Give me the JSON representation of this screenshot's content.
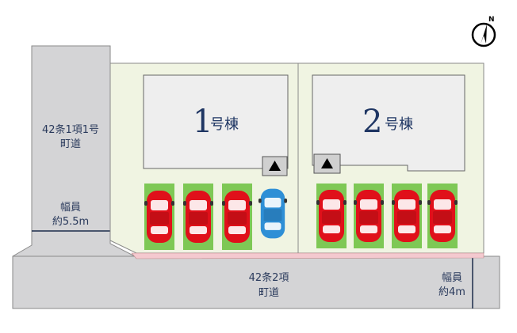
{
  "road_left": {
    "name_line1": "42条1項1号",
    "name_line2": "町道",
    "width_line1": "幅員",
    "width_line2": "約5.5m"
  },
  "road_bottom": {
    "name_line1": "42条2項",
    "name_line2": "町道",
    "width_line1": "幅員",
    "width_line2": "約4m"
  },
  "building_1": {
    "number": "1",
    "suffix": "号棟"
  },
  "building_2": {
    "number": "2",
    "suffix": "号棟"
  },
  "compass": {
    "label": "N"
  },
  "lot_1_cars": [
    "red",
    "red",
    "red",
    "blue"
  ],
  "lot_2_cars": [
    "red",
    "red",
    "red",
    "red"
  ],
  "colors": {
    "road": "#d4d4d6",
    "lot": "#f0f4e2",
    "building": "#eeeeee",
    "car_red": "#e0101a",
    "car_blue": "#2e8fd6",
    "parking_pad": "#7ec855",
    "setback": "#f4c9cf"
  }
}
